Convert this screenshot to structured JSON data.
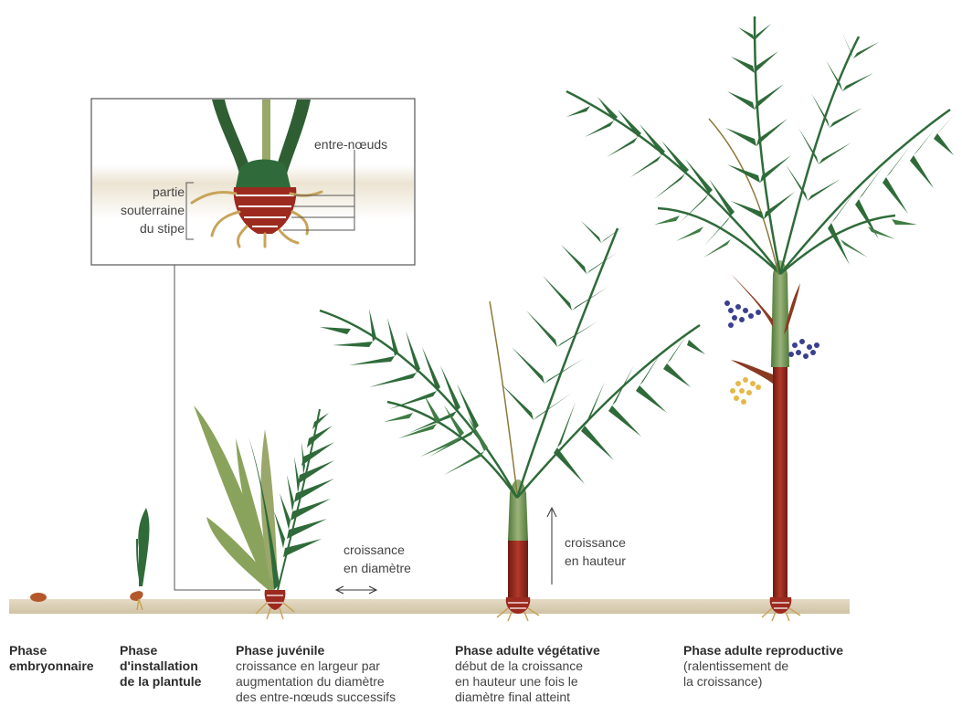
{
  "inset": {
    "label_internodes": "entre-nœuds",
    "label_underground_line1": "partie",
    "label_underground_line2": "souterraine",
    "label_underground_line3": "du stipe"
  },
  "annotations": {
    "diameter_growth_line1": "croissance",
    "diameter_growth_line2": "en diamètre",
    "height_growth_line1": "croissance",
    "height_growth_line2": "en hauteur"
  },
  "phases": [
    {
      "title_line1": "Phase",
      "title_line2": "embryonnaire",
      "desc_lines": []
    },
    {
      "title_line1": "Phase",
      "title_line2": "d'installation",
      "title_line3": "de la plantule",
      "desc_lines": []
    },
    {
      "title_line1": "Phase juvénile",
      "desc_lines": [
        "croissance en largeur par",
        "augmentation du diamètre",
        "des entre-nœuds successifs"
      ]
    },
    {
      "title_line1": "Phase adulte végétative",
      "desc_lines": [
        "début de la croissance",
        "en hauteur une fois le",
        "diamètre final atteint"
      ]
    },
    {
      "title_line1": "Phase adulte reproductive",
      "desc_lines": [
        "(ralentissement de",
        "la croissance)"
      ]
    }
  ],
  "colors": {
    "ground": "#d9cfb8",
    "leaf_dark": "#2f6b3a",
    "leaf_light": "#8aa35c",
    "stem_red": "#9c2a1f",
    "root": "#c8a45a",
    "flower_blue": "#3a3f8f",
    "flower_yellow": "#e6b84a"
  }
}
